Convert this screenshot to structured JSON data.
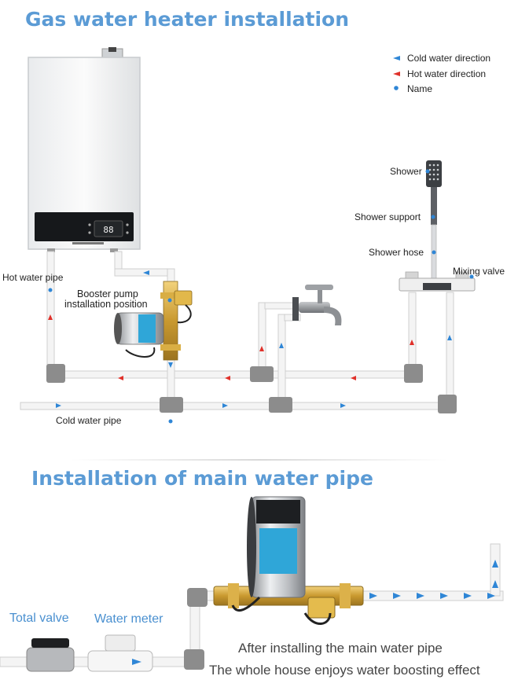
{
  "section1": {
    "title": "Gas water heater installation",
    "legend": {
      "cold": "Cold water direction",
      "hot": "Hot water direction",
      "name": "Name"
    },
    "labels": {
      "shower": "Shower",
      "shower_support": "Shower support",
      "shower_hose": "Shower hose",
      "mixing_valve": "Mixing valve",
      "hot_water_pipe": "Hot water pipe",
      "booster_line1": "Booster pump",
      "booster_line2": "installation position",
      "cold_water_pipe": "Cold water pipe"
    },
    "heater_display": "88"
  },
  "section2": {
    "title": "Installation of main water pipe",
    "total_valve": "Total valve",
    "water_meter": "Water meter",
    "caption1": "After installing the main water pipe",
    "caption2": "The whole house enjoys water boosting effect"
  },
  "colors": {
    "title": "#5b9bd5",
    "cold_arrow": "#2f86d6",
    "hot_arrow": "#e0312a",
    "pipe": "#dddddd",
    "fitting": "#888888"
  }
}
